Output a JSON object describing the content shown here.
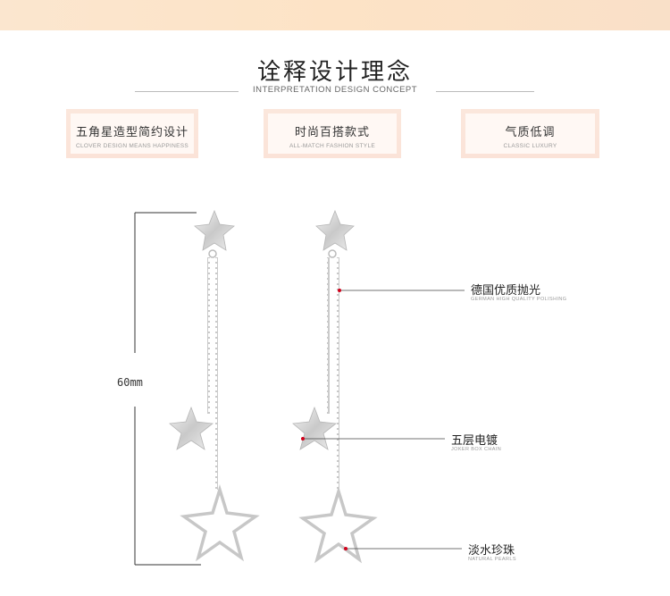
{
  "header": {
    "title": "诠释设计理念",
    "subtitle": "INTERPRETATION DESIGN CONCEPT"
  },
  "features": [
    {
      "zh": "五角星造型简约设计",
      "en": "CLOVER DESIGN MEANS HAPPINESS"
    },
    {
      "zh": "时尚百搭款式",
      "en": "ALL-MATCH FASHION STYLE"
    },
    {
      "zh": "气质低调",
      "en": "CLASSIC LUXURY"
    }
  ],
  "dimension": "60mm",
  "callouts": [
    {
      "zh": "德国优质抛光",
      "en": "GERMAN HIGH QUALITY POLISHING"
    },
    {
      "zh": "五层电镀",
      "en": "JOKER BOX CHAIN"
    },
    {
      "zh": "淡水珍珠",
      "en": "NATURAL PEARLS"
    }
  ],
  "colors": {
    "top_band": "#fde3c6",
    "feature_bg": "#fbe4d9",
    "callout_dot": "#d0021b",
    "metal": "#c8c8c8"
  }
}
